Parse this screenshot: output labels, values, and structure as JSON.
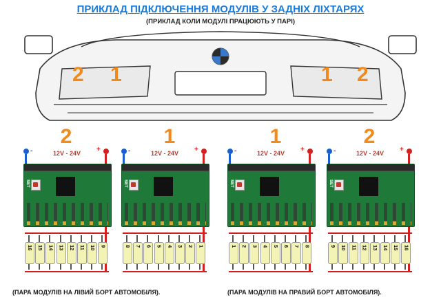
{
  "title": "ПРИКЛАД ПІДКЛЮЧЕННЯ МОДУЛІВ У ЗАДНІХ ЛІХТАРЯХ",
  "subtitle": "(ПРИКЛАД КОЛИ МОДУЛІ ПРАЦЮЮТЬ У ПАРІ)",
  "car_lamps": [
    "2",
    "1",
    "1",
    "2"
  ],
  "modules": [
    {
      "number": "2",
      "voltage": "12V - 24V",
      "minus": "-",
      "plus": "+",
      "set": "SET",
      "leds": [
        "16",
        "15",
        "14",
        "13",
        "12",
        "11",
        "10",
        "9"
      ]
    },
    {
      "number": "1",
      "voltage": "12V - 24V",
      "minus": "-",
      "plus": "+",
      "set": "SET",
      "leds": [
        "8",
        "7",
        "6",
        "5",
        "4",
        "3",
        "2",
        "1"
      ]
    },
    {
      "number": "1",
      "voltage": "12V - 24V",
      "minus": "-",
      "plus": "+",
      "set": "SET",
      "leds": [
        "1",
        "2",
        "3",
        "4",
        "5",
        "6",
        "7",
        "8"
      ]
    },
    {
      "number": "2",
      "voltage": "12V - 24V",
      "minus": "-",
      "plus": "+",
      "set": "SET",
      "leds": [
        "9",
        "10",
        "11",
        "12",
        "13",
        "14",
        "15",
        "16"
      ]
    }
  ],
  "captions": {
    "left": "(ПАРА МОДУЛІВ НА ЛІВИЙ БОРТ АВТОМОБІЛЯ).",
    "right": "(ПАРА МОДУЛІВ НА ПРАВИЙ БОРТ АВТОМОБІЛЯ)."
  },
  "colors": {
    "accent": "#1a7bd8",
    "number": "#f08a1c",
    "pcb": "#1f7a3a",
    "minus_wire": "#1a5fd0",
    "plus_wire": "#d21f1f"
  }
}
